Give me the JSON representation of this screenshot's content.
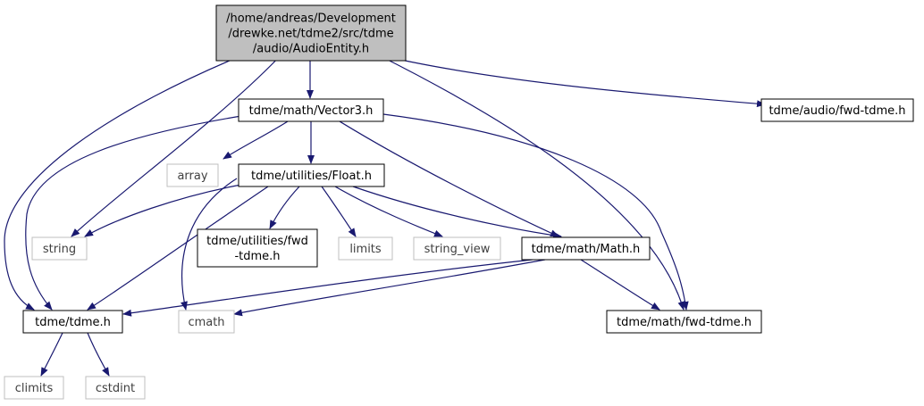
{
  "diagram": {
    "colors": {
      "edge": "#191970",
      "root_fill": "#bfbfbf",
      "node_border_strong": "#000000",
      "node_border_weak": "#bfbfbf",
      "text_strong": "#000000",
      "text_weak": "#404040"
    },
    "nodes": [
      {
        "id": "root",
        "lines": [
          "/home/andreas/Development",
          "/drewke.net/tdme2/src/tdme",
          "/audio/AudioEntity.h"
        ],
        "style": "root"
      },
      {
        "id": "vector3",
        "lines": [
          "tdme/math/Vector3.h"
        ],
        "style": "strong"
      },
      {
        "id": "audio_fwd",
        "lines": [
          "tdme/audio/fwd-tdme.h"
        ],
        "style": "strong"
      },
      {
        "id": "array",
        "lines": [
          "array"
        ],
        "style": "weak"
      },
      {
        "id": "float",
        "lines": [
          "tdme/utilities/Float.h"
        ],
        "style": "strong"
      },
      {
        "id": "string",
        "lines": [
          "string"
        ],
        "style": "weak"
      },
      {
        "id": "util_fwd",
        "lines": [
          "tdme/utilities/fwd",
          "-tdme.h"
        ],
        "style": "strong"
      },
      {
        "id": "limits",
        "lines": [
          "limits"
        ],
        "style": "weak"
      },
      {
        "id": "string_view",
        "lines": [
          "string_view"
        ],
        "style": "weak"
      },
      {
        "id": "math",
        "lines": [
          "tdme/math/Math.h"
        ],
        "style": "strong"
      },
      {
        "id": "tdme",
        "lines": [
          "tdme/tdme.h"
        ],
        "style": "strong"
      },
      {
        "id": "cmath",
        "lines": [
          "cmath"
        ],
        "style": "weak"
      },
      {
        "id": "math_fwd",
        "lines": [
          "tdme/math/fwd-tdme.h"
        ],
        "style": "strong"
      },
      {
        "id": "climits",
        "lines": [
          "climits"
        ],
        "style": "weak"
      },
      {
        "id": "cstdint",
        "lines": [
          "cstdint"
        ],
        "style": "weak"
      }
    ],
    "edges": [
      [
        "root",
        "vector3"
      ],
      [
        "root",
        "audio_fwd"
      ],
      [
        "root",
        "string"
      ],
      [
        "root",
        "tdme"
      ],
      [
        "root",
        "math_fwd"
      ],
      [
        "vector3",
        "array"
      ],
      [
        "vector3",
        "float"
      ],
      [
        "vector3",
        "math"
      ],
      [
        "vector3",
        "tdme"
      ],
      [
        "vector3",
        "math_fwd"
      ],
      [
        "float",
        "string"
      ],
      [
        "float",
        "util_fwd"
      ],
      [
        "float",
        "limits"
      ],
      [
        "float",
        "string_view"
      ],
      [
        "float",
        "math"
      ],
      [
        "float",
        "tdme"
      ],
      [
        "float",
        "cmath"
      ],
      [
        "math",
        "tdme"
      ],
      [
        "math",
        "cmath"
      ],
      [
        "math",
        "math_fwd"
      ],
      [
        "tdme",
        "climits"
      ],
      [
        "tdme",
        "cstdint"
      ]
    ]
  }
}
